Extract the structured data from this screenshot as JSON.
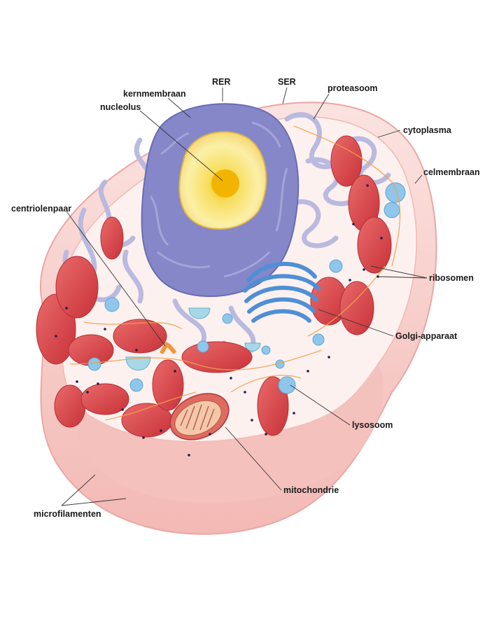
{
  "labels": {
    "rer": "RER",
    "ser": "SER",
    "kernmembraan": "kernmembraan",
    "nucleolus": "nucleolus",
    "proteasoom": "proteasoom",
    "cytoplasma": "cytoplasma",
    "celmembraan": "celmembraan",
    "centriolenpaar": "centriolenpaar",
    "ribosomen": "ribosomen",
    "golgi": "Golgi-apparaat",
    "lysosoom": "lysosoom",
    "mitochondrie": "mitochondrie",
    "microfilamenten": "microfilamenten"
  },
  "colors": {
    "membrane": "#f6c9c6",
    "cytoplasm": "#fbe9e7",
    "er": "#b7b8e0",
    "nucleus": "#7f81c4",
    "nucleolus": "#f5d75a",
    "mitochondria": "#d9474b",
    "golgi": "#4f8fd6",
    "vesicle": "#8fc6ea",
    "microfilament": "#f1a14a",
    "ribosome": "#1e1e4a"
  }
}
